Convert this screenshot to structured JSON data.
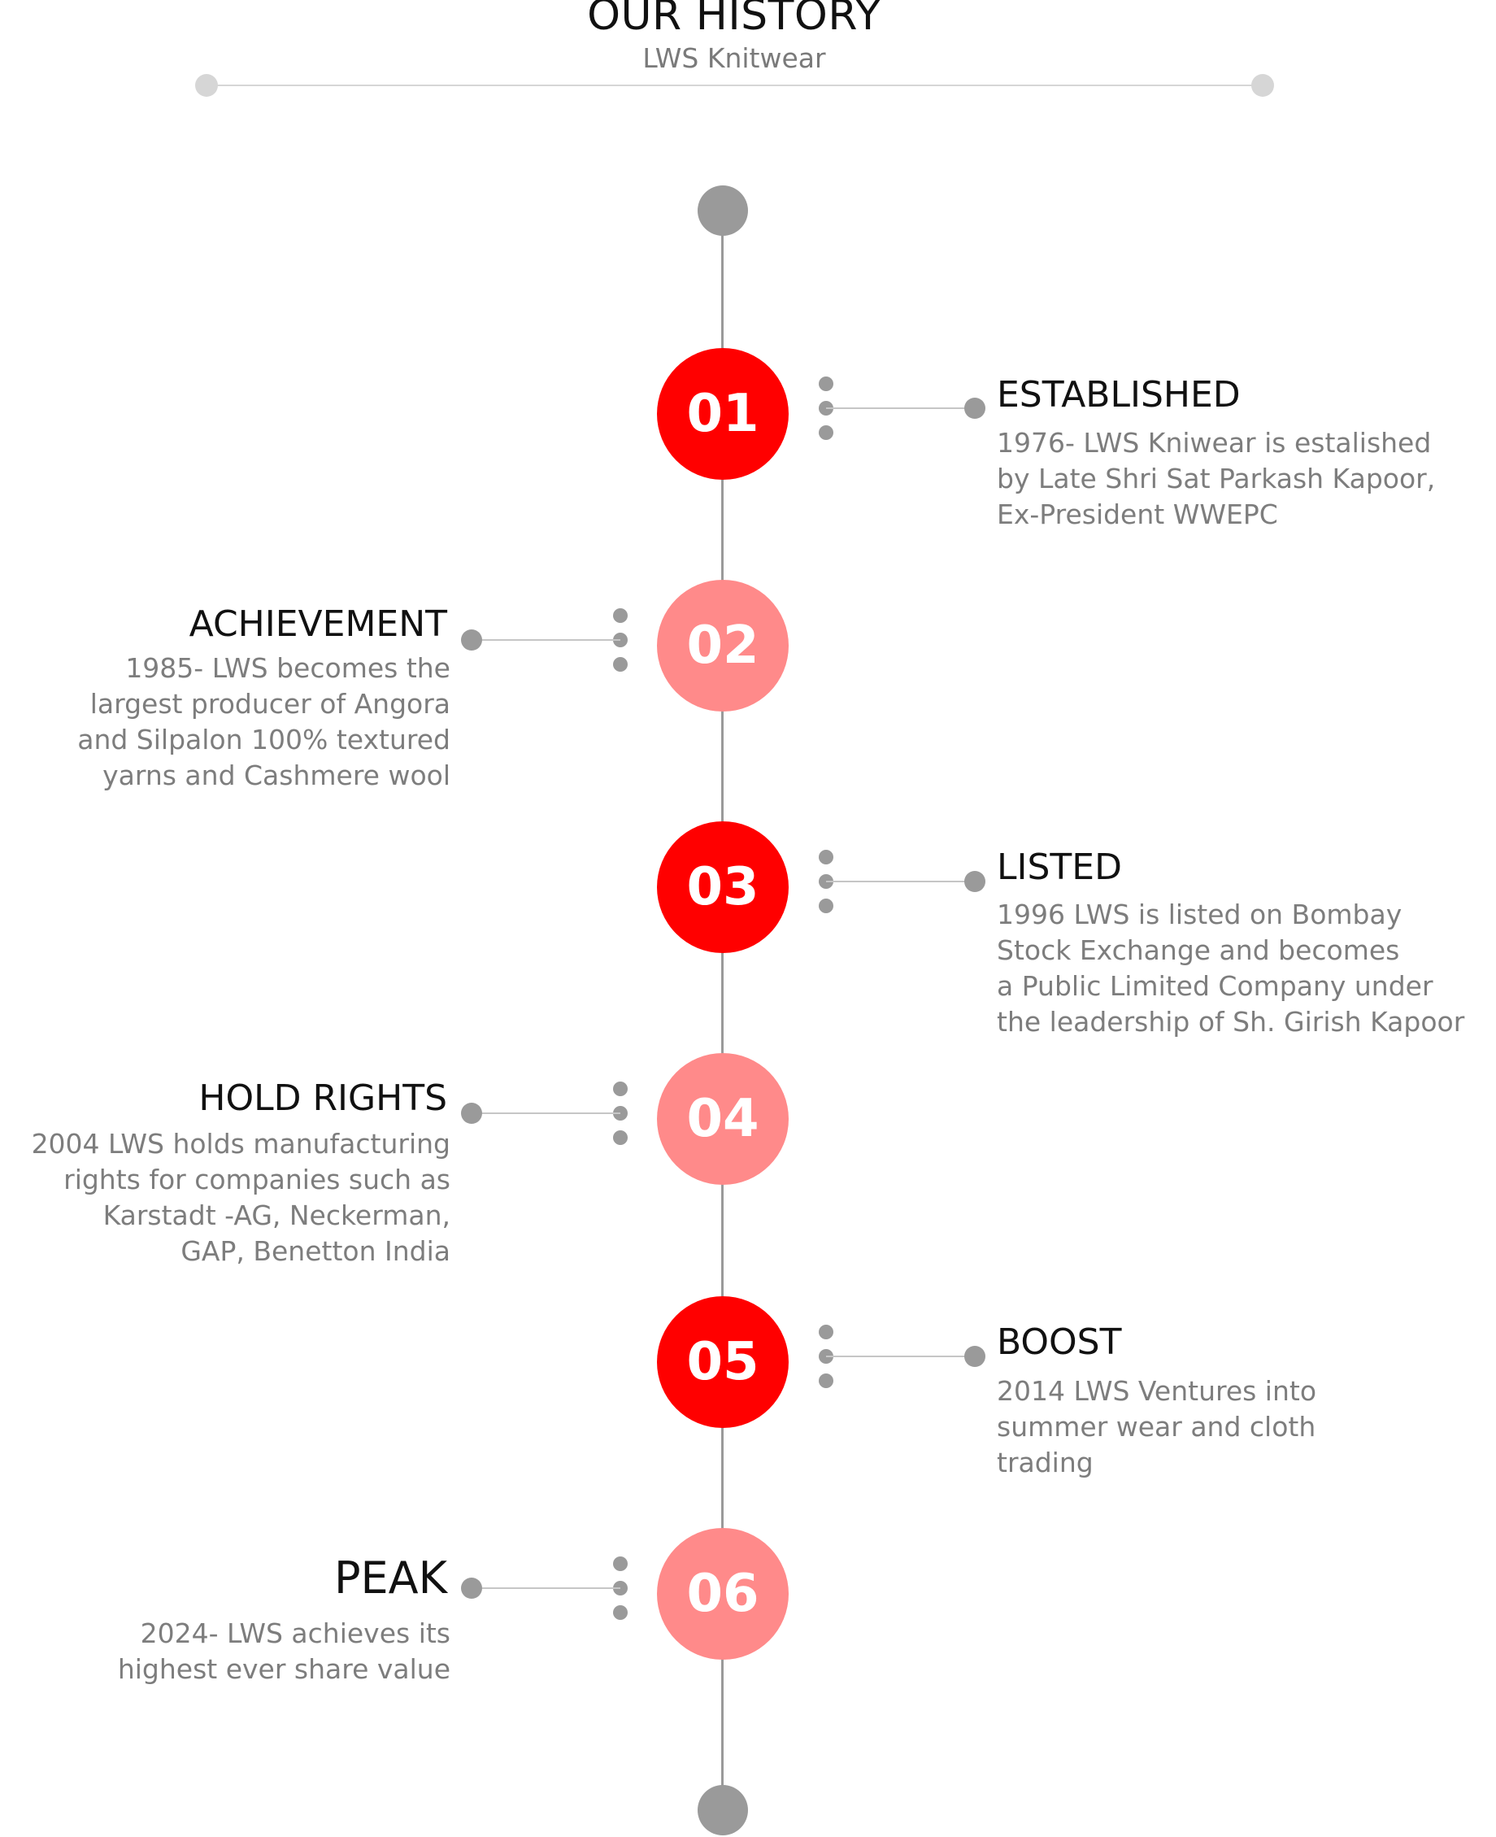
{
  "header": {
    "title": "OUR HISTORY",
    "subtitle": "LWS Knitwear"
  },
  "colors": {
    "primary_red": "#ff0000",
    "light_red": "#ff8a8a",
    "connector_gray": "#9a9a9a",
    "text_gray": "#7d7d7d"
  },
  "milestones": [
    {
      "number": "01",
      "heading": "ESTABLISHED",
      "lines": [
        "1976- LWS Kniwear is estalished",
        "by Late Shri Sat Parkash Kapoor,",
        "Ex-President WWEPC"
      ]
    },
    {
      "number": "02",
      "heading": "ACHIEVEMENT",
      "lines": [
        "1985- LWS becomes the",
        "largest producer of Angora",
        "and Silpalon 100% textured",
        "yarns and Cashmere wool"
      ]
    },
    {
      "number": "03",
      "heading": "LISTED",
      "lines": [
        "1996 LWS is listed on Bombay",
        "Stock Exchange and becomes",
        "a Public Limited Company under",
        "the leadership of Sh. Girish Kapoor"
      ]
    },
    {
      "number": "04",
      "heading": "HOLD RIGHTS",
      "lines": [
        "2004 LWS holds manufacturing",
        "rights for companies such as",
        "Karstadt -AG, Neckerman,",
        "GAP, Benetton India"
      ]
    },
    {
      "number": "05",
      "heading": "BOOST",
      "lines": [
        "2014 LWS Ventures into",
        "summer wear and cloth",
        "trading"
      ]
    },
    {
      "number": "06",
      "heading": "PEAK",
      "lines": [
        "2024- LWS achieves its",
        "highest ever share value"
      ]
    }
  ]
}
